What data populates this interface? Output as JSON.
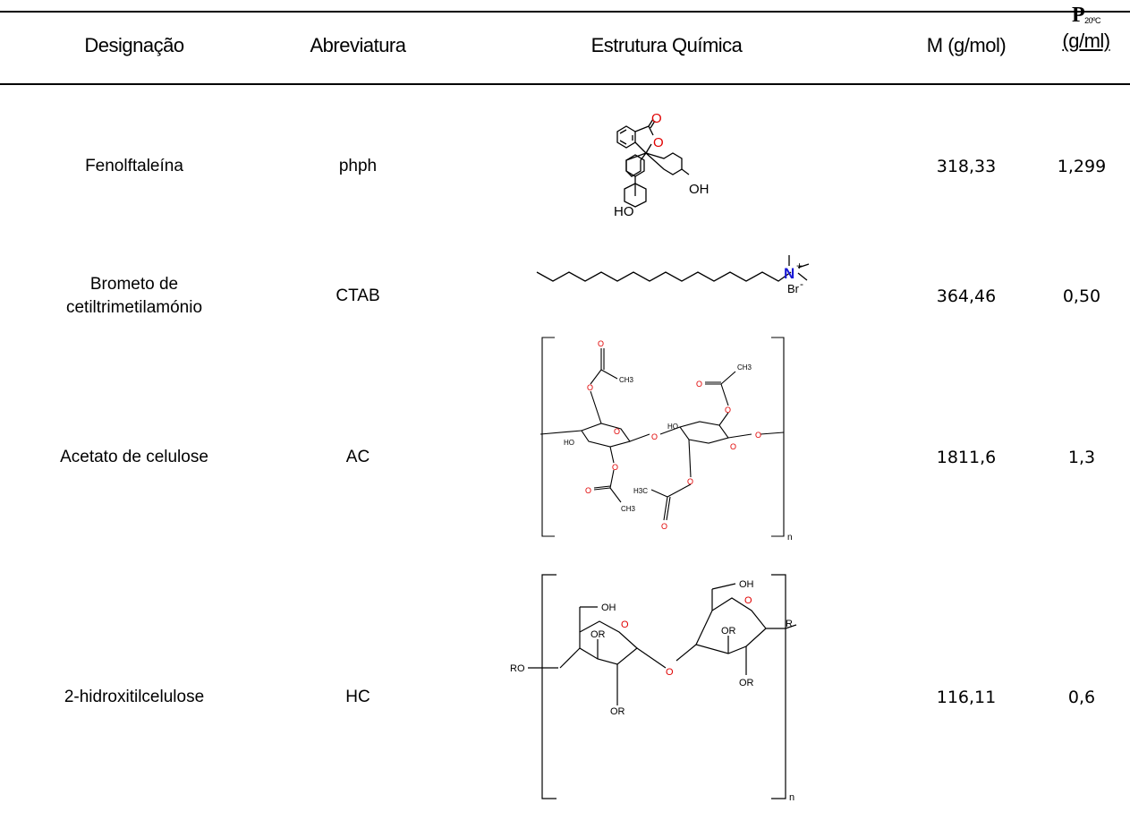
{
  "table": {
    "headers": {
      "designacao": "Designação",
      "abreviatura": "Abreviatura",
      "estrutura": "Estrutura Química",
      "massa": "M (g/mol)",
      "rho_symbol": "P",
      "rho_sub": "20ºC",
      "rho_unit": "(g/ml)"
    },
    "rows": [
      {
        "name": "Fenolftaleína",
        "abbr": "phph",
        "mass": "318,33",
        "density": "1,299"
      },
      {
        "name_line1": "Brometo de",
        "name_line2": "cetiltrimetilamónio",
        "abbr": "CTAB",
        "mass": "364,46",
        "density": "0,50"
      },
      {
        "name": "Acetato de celulose",
        "abbr": "AC",
        "mass": "1811,6",
        "density": "1,3"
      },
      {
        "name": "2-hidroxitilcelulose",
        "abbr": "HC",
        "mass": "116,11",
        "density": "0,6"
      }
    ]
  },
  "structures": {
    "phph": {
      "o1": "O",
      "o2": "O",
      "oh1": "OH",
      "oh2": "HO"
    },
    "ctab": {
      "n": "N",
      "plus": "+",
      "br": "Br",
      "minus": "-"
    },
    "ac": {
      "o": "O",
      "ch3": "CH3",
      "h3c": "H3C",
      "ho": "HO",
      "n": "n"
    },
    "hc": {
      "oh": "OH",
      "o": "O",
      "or": "OR",
      "ro": "RO",
      "r": "R",
      "n": "n"
    }
  },
  "colors": {
    "oxygen": "#e00000",
    "nitrogen": "#1a1ad6",
    "text": "#000000"
  }
}
